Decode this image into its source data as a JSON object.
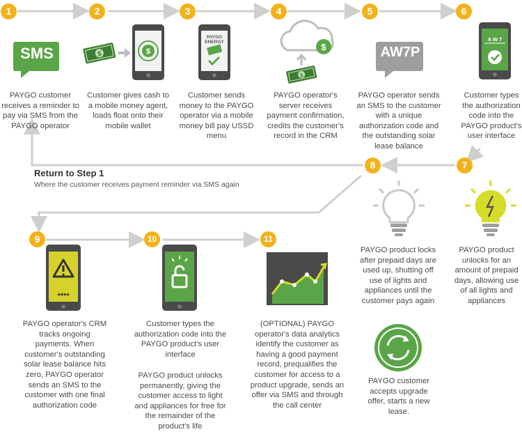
{
  "steps": [
    {
      "num": "1",
      "text": "PAYGO customer receives a reminder to pay via SMS from the PAYGO operator"
    },
    {
      "num": "2",
      "text": "Customer gives cash to a mobile money agent, loads float onto their mobile wallet"
    },
    {
      "num": "3",
      "text": "Customer sends money to the PAYGO operator via a mobile money bill pay USSD menu"
    },
    {
      "num": "4",
      "text": "PAYGO operator's server receives payment confirmation, credits the customer's record in the CRM"
    },
    {
      "num": "5",
      "text": "PAYGO operator sends an SMS to the customer with a unique authorization code and the outstanding solar lease balance"
    },
    {
      "num": "6",
      "text": "Customer types the authorization code into the PAYGO product's user interface"
    },
    {
      "num": "7",
      "text": "PAYGO product unlocks for an amount of prepaid days, allowing use of all lights and appliances"
    },
    {
      "num": "8",
      "text": "PAYGO product locks after prepaid days are used up, shutting off use of lights and appliances until the customer pays again"
    },
    {
      "num": "9",
      "text": "PAYGO operator's CRM tracks ongoing payments.  When customer's outstanding solar lease balance hits zero, PAYGO operator sends an SMS to the customer with one final authorization code"
    },
    {
      "num": "10",
      "text": "Customer types the authorization code into the PAYGO product's user interface",
      "text2": "PAYGO product unlocks permanently, giving the customer access to light and appliances for free for the remainder of the product's life"
    },
    {
      "num": "11",
      "text": "(OPTIONAL) PAYGO operator's data analytics identify the customer as having a good payment record, prequalifies the customer for access to a product upgrade, sends an offer via SMS and through the call center"
    }
  ],
  "upgrade_text": "PAYGO customer accepts upgrade offer, starts a new lease.",
  "return_to_step": {
    "title": "Return to Step 1",
    "subtitle": "Where the customer receives payment reminder via SMS again"
  },
  "icon_labels": {
    "sms_bubble": "SMS",
    "code_bubble": "AW7P",
    "phone_paygo_line1": "PAYGO",
    "phone_paygo_line2": "ENERGY",
    "phone_code_screen": "A W 7",
    "dollar": "$",
    "warning_stars": "****"
  },
  "colors": {
    "badge": "#f2b21b",
    "green": "#5aa547",
    "dark_green": "#3e7e33",
    "phone": "#4a4a4a",
    "arrow": "#cfcfcf",
    "bulb_on": "#d6dc2a",
    "bulb_off": "#c8c8c8",
    "warning": "#d7d22b"
  }
}
